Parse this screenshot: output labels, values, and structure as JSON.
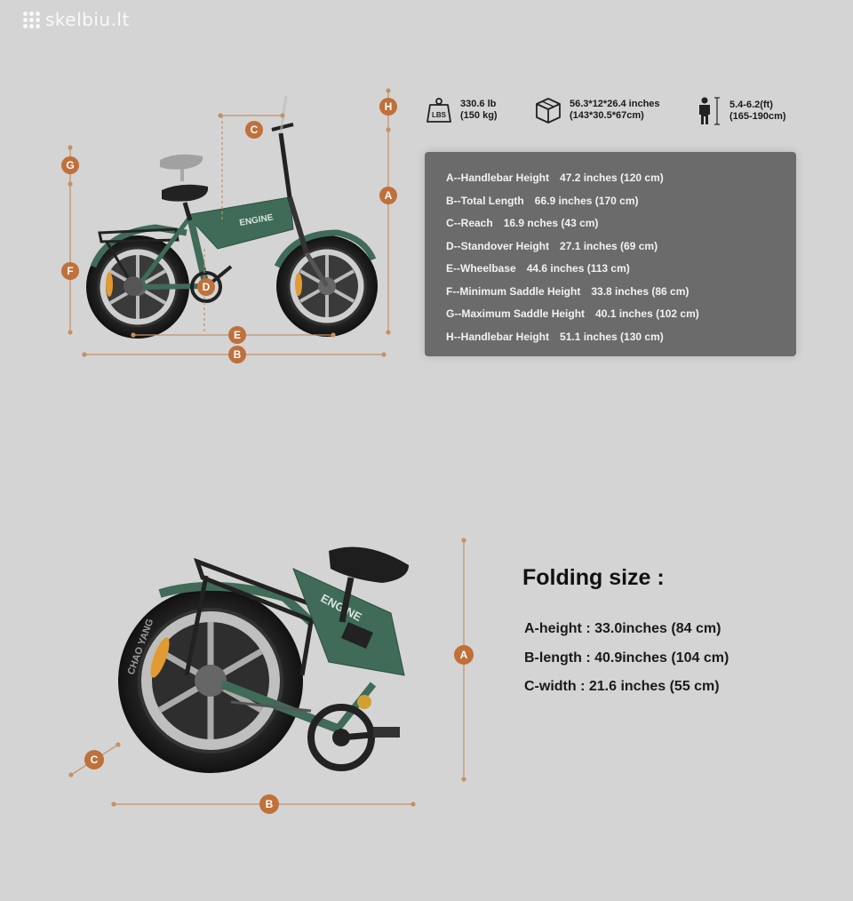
{
  "watermark": {
    "text": "skelbiu.lt"
  },
  "brand": {
    "frame_logo": "ENGINE",
    "tire_text": "CHAO YANG"
  },
  "colors": {
    "background": "#d4d4d4",
    "accent_orange": "#c0703a",
    "dimension_line": "#c49064",
    "frame_green": "#3f6b58",
    "panel_gray": "#6b6b6b",
    "panel_text": "#f2f2f2"
  },
  "top_specs": {
    "weight": {
      "icon": "weight-lbs-icon",
      "icon_label": "LBS",
      "line1": "330.6 lb",
      "line2": "(150 kg)"
    },
    "package": {
      "icon": "box-icon",
      "line1": "56.3*12*26.4 inches",
      "line2": "(143*30.5*67cm)"
    },
    "rider_height": {
      "icon": "person-icon",
      "line1": "5.4-6.2(ft)",
      "line2": "(165-190cm)"
    }
  },
  "dimension_markers": {
    "A": "A",
    "B": "B",
    "C": "C",
    "D": "D",
    "E": "E",
    "F": "F",
    "G": "G",
    "H": "H"
  },
  "dimensions": [
    {
      "label": "A--Handlebar Height",
      "value": "47.2 inches (120 cm)"
    },
    {
      "label": "B--Total Length",
      "value": "66.9 inches (170 cm)"
    },
    {
      "label": "C--Reach",
      "value": "16.9 nches (43 cm)"
    },
    {
      "label": "D--Standover Height",
      "value": "27.1 inches (69 cm)"
    },
    {
      "label": "E--Wheelbase",
      "value": "44.6 inches (113 cm)"
    },
    {
      "label": "F--Minimum Saddle Height",
      "value": "33.8 inches (86 cm)"
    },
    {
      "label": "G--Maximum Saddle Height",
      "value": "40.1 inches (102 cm)"
    },
    {
      "label": "H--Handlebar Height",
      "value": "51.1 inches (130 cm)"
    }
  ],
  "folding": {
    "title": "Folding size :",
    "markers": {
      "A": "A",
      "B": "B",
      "C": "C"
    },
    "items": [
      "A-height : 33.0inches (84 cm)",
      "B-length : 40.9inches (104 cm)",
      "C-width : 21.6 inches (55 cm)"
    ]
  }
}
